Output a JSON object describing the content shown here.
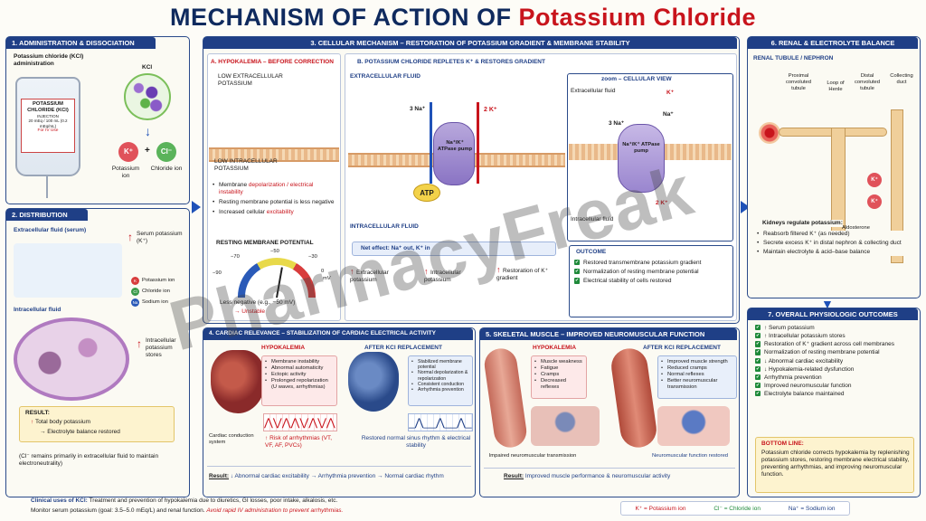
{
  "title": {
    "part1": "MECHANISM OF ACTION OF ",
    "part2": "Potassium Chloride"
  },
  "p1": {
    "head": "1. ADMINISTRATION & DISSOCIATION",
    "label": "Potassium chloride (KCl) administration",
    "bag_title": "POTASSIUM CHLORIDE (KCl)",
    "bag_sub": "INJECTION",
    "bag_conc": "20 mEq / 100 mL (0.2 mEq/mL)",
    "bag_use": "For IV Use",
    "kcl": "KCl",
    "k": "K⁺",
    "cl": "Cl⁻",
    "plus": "+",
    "k_label": "Potassium ion",
    "cl_label": "Chloride ion"
  },
  "p2": {
    "head": "2. DISTRIBUTION",
    "ecf": "Extracellular fluid (serum)",
    "serum": "Serum potassium (K⁺)",
    "legend": [
      "Potassium ion",
      "Chloride ion",
      "Sodium ion"
    ],
    "legend_sym": [
      "K",
      "Cl",
      "Na"
    ],
    "icf": "Intracellular fluid",
    "icf_stores": "Intracellular potassium stores",
    "result_head": "RESULT:",
    "result": [
      "Total body potassium",
      "→ Electrolyte balance restored"
    ],
    "note": "(Cl⁻ remains primarily in extracellular fluid to maintain electroneutrality)"
  },
  "p3": {
    "head": "3. CELLULAR MECHANISM – RESTORATION OF POTASSIUM GRADIENT & MEMBRANE STABILITY",
    "a_head": "A. HYPOKALEMIA – BEFORE CORRECTION",
    "a_low_ext": "LOW EXTRACELLULAR POTASSIUM",
    "a_low_int": "LOW INTRACELLULAR POTASSIUM",
    "a_bullets": [
      {
        "pre": "Membrane ",
        "red": "depolarization / electrical instability"
      },
      {
        "pre": "Resting membrane potential is less negative",
        "red": ""
      },
      {
        "pre": "Increased cellular ",
        "red": "excitability"
      }
    ],
    "rmp_head": "RESTING MEMBRANE POTENTIAL",
    "gauge_ticks": [
      "−90",
      "−70",
      "−50",
      "−30",
      "0",
      "mV"
    ],
    "gauge_note": "Less negative (e.g., −50 mV)",
    "gauge_unstable": "→ Unstable",
    "b_head": "B. POTASSIUM CHLORIDE REPLETES K⁺ & RESTORES GRADIENT",
    "ecf": "EXTRACELLULAR FLUID",
    "icf": "INTRACELLULAR FLUID",
    "na3": "3 Na⁺",
    "k2": "2 K⁺",
    "pump": "Na⁺/K⁺ ATPase pump",
    "atp": "ATP",
    "zoom_head": "zoom – CELLULAR VIEW",
    "zoom_ecf": "Extracellular fluid",
    "zoom_icf": "Intracellular fluid",
    "zoom_k": "K⁺",
    "zoom_na": "Na⁺",
    "zoom_na3": "3 Na⁺",
    "zoom_k2": "2 K⁺",
    "net": "Net effect: Na⁺ out, K⁺ in",
    "eff": [
      "Extracellular potassium",
      "Intracellular potassium",
      "Restoration of K⁺ gradient"
    ],
    "outcome_head": "OUTCOME",
    "outcome": [
      "Restored transmembrane potassium gradient",
      "Normalization of resting membrane potential",
      "Electrical stability of cells restored"
    ]
  },
  "p4": {
    "head": "4. CARDIAC RELEVANCE – STABILIZATION OF CARDIAC ELECTRICAL ACTIVITY",
    "hypo": "HYPOKALEMIA",
    "after": "AFTER KCl REPLACEMENT",
    "hypo_list": [
      "Membrane instability",
      "Abnormal automaticity",
      "Ectopic activity",
      "Prolonged repolarization (U waves, arrhythmias)"
    ],
    "after_list": [
      "Stabilized membrane potential",
      "Normal depolarization & repolarization",
      "Consistent conduction",
      "Arrhythmia prevention"
    ],
    "cond": "Cardiac conduction system",
    "risk": "Risk of arrhythmias (VT, VF, AF, PVCs)",
    "restored": "Restored normal sinus rhythm & electrical stability",
    "result_head": "Result:",
    "result": "Abnormal cardiac excitability → Arrhythmia prevention → Normal cardiac rhythm"
  },
  "p5": {
    "head": "5. SKELETAL MUSCLE – IMPROVED NEUROMUSCULAR FUNCTION",
    "hypo": "HYPOKALEMIA",
    "after": "AFTER KCl REPLACEMENT",
    "hypo_list": [
      "Muscle weakness",
      "Fatigue",
      "Cramps",
      "Decreased reflexes"
    ],
    "after_list": [
      "Improved muscle strength",
      "Reduced cramps",
      "Normal reflexes",
      "Better neuromuscular transmission"
    ],
    "impaired": "Impaired neuromuscular transmission",
    "restored": "Neuromuscular function restored",
    "result_head": "Result:",
    "result": "Improved muscle performance & neuromuscular activity"
  },
  "p6": {
    "head": "6. RENAL & ELECTROLYTE BALANCE",
    "sub": "RENAL TUBULE / NEPHRON",
    "labels": [
      "Proximal convoluted tubule",
      "Loop of Henle",
      "Distal convoluted tubule",
      "Collecting duct"
    ],
    "k": "K⁺",
    "aldo": "Aldosterone",
    "head2": "Kidneys regulate potassium:",
    "list": [
      "Reabsorb filtered K⁺ (as needed)",
      "Secrete excess K⁺ in distal nephron & collecting duct",
      "Maintain electrolyte & acid–base balance"
    ]
  },
  "p7": {
    "head": "7. OVERALL PHYSIOLOGIC OUTCOMES",
    "list": [
      "↑ Serum potassium",
      "↑ Intracellular potassium stores",
      "Restoration of K⁺ gradient across cell membranes",
      "Normalization of resting membrane potential",
      "↓ Abnormal cardiac excitability",
      "↓ Hypokalemia-related dysfunction",
      "Arrhythmia prevention",
      "Improved neuromuscular function",
      "Electrolyte balance maintained"
    ],
    "bottom_head": "BOTTOM LINE:",
    "bottom": "Potassium chloride corrects hypokalemia by replenishing potassium stores, restoring membrane electrical stability, preventing arrhythmias, and improving neuromuscular function."
  },
  "footer": {
    "uses_head": "Clinical uses of KCl:",
    "uses": "Treatment and prevention of hypokalemia due to diuretics, GI losses, poor intake, alkalosis, etc.",
    "monitor": "Monitor serum potassium (goal: 3.5–5.0 mEq/L) and renal function.",
    "warn": "Avoid rapid IV administration to prevent arrhythmias.",
    "legend": [
      "K⁺ = Potassium ion",
      "Cl⁻ = Chloride ion",
      "Na⁺ = Sodium ion"
    ]
  },
  "watermark": "PharmacyFreak",
  "colors": {
    "navy": "#1f3f86",
    "red": "#c8141c",
    "green": "#1f8a3a",
    "k": "#d83c3c",
    "cl": "#3a9a4a",
    "na": "#2a5ab8"
  }
}
